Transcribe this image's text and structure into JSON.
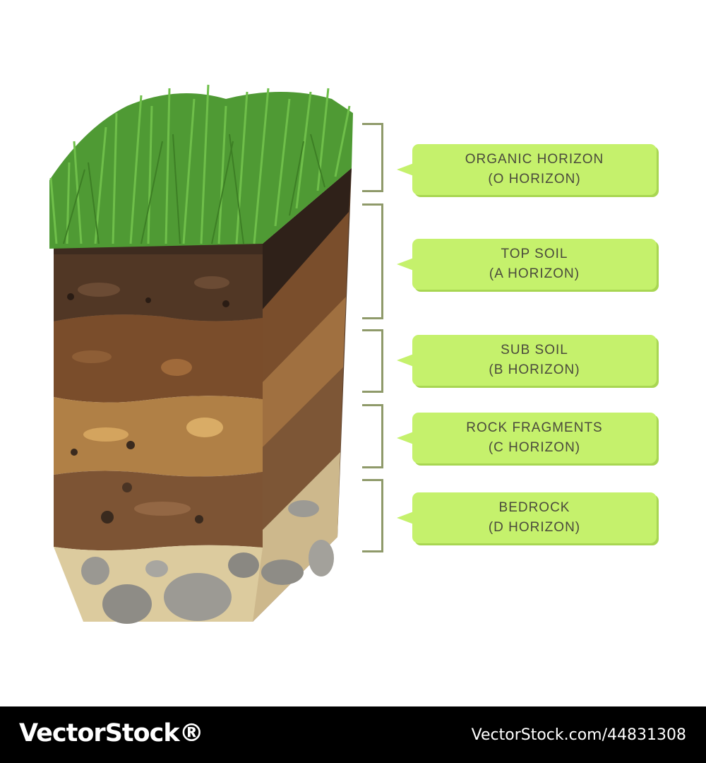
{
  "layers": [
    {
      "name": "ORGANIC HORIZON",
      "code": "(O HORIZON)"
    },
    {
      "name": "TOP SOIL",
      "code": "(A HORIZON)"
    },
    {
      "name": "SUB SOIL",
      "code": "(B HORIZON)"
    },
    {
      "name": "ROCK FRAGMENTS",
      "code": "(C HORIZON)"
    },
    {
      "name": "BEDROCK",
      "code": "(D HORIZON)"
    }
  ],
  "colors": {
    "label_bg": "#c5f16c",
    "bracket": "#8f9a6a",
    "grass": "#5aa83c",
    "organic": "#3e2b1f",
    "topsoil": "#6b4a32",
    "subsoil": "#9a6a3c",
    "rock_fragments": "#a8824e",
    "bedrock": "#d9c79c"
  },
  "footer": {
    "brand": "VectorStock®",
    "image_id": "VectorStock.com/44831308"
  }
}
